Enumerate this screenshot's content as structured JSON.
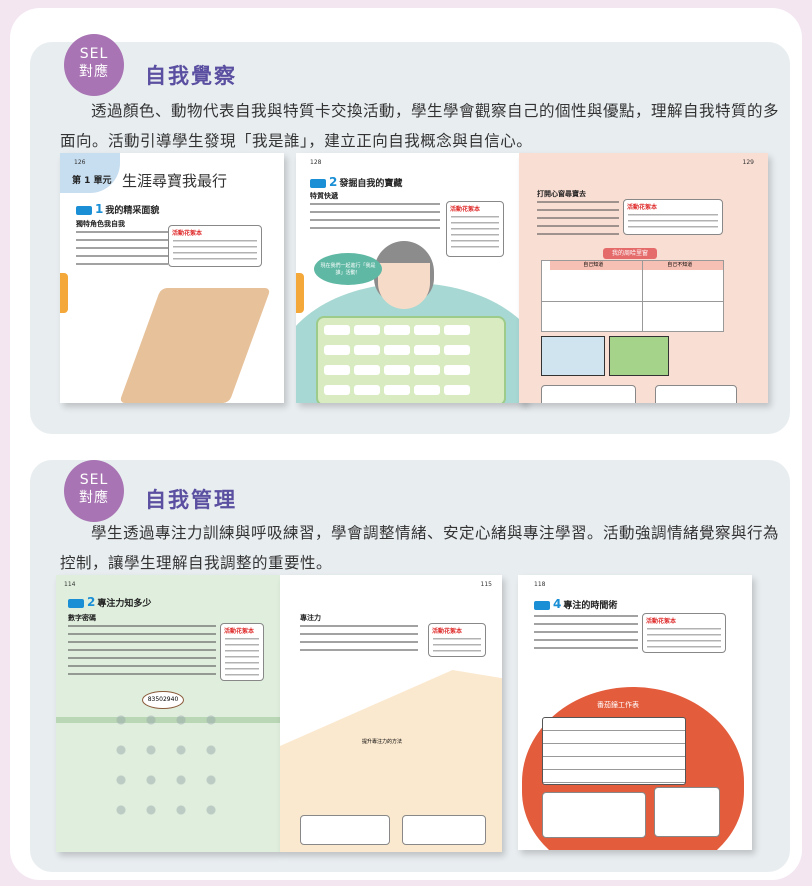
{
  "sections": [
    {
      "badge_top": "SEL",
      "badge_bottom": "對應",
      "title": "自我覺察",
      "description": "透過顏色、動物代表自我與特質卡交換活動，學生學會觀察自己的個性與優點，理解自我特質的多面向。活動引導學生發現「我是誰」，建立正向自我概念與自信心。",
      "pages": {
        "p1_num": "126",
        "p1_unit": "第 1 單元",
        "p1_title": "生涯尋寶我最行",
        "p1_lesson": "1",
        "p1_lesson_title": "我的精采面貌",
        "p1_sub": "獨特角色我自我",
        "p2_num": "128",
        "p2_lesson": "2",
        "p2_lesson_title": "發掘自我的寶藏",
        "p2_sub": "特質快遞",
        "p2_bubble": "現在我們一起進行「我是誰」活動！",
        "p3_num": "129",
        "p3_sub": "打開心窗尋寶去",
        "p3_table_title": "我的周哈里窗",
        "p3_col1": "自己知道",
        "p3_col2": "自己不知道",
        "box_title": "活動花絮本"
      }
    },
    {
      "badge_top": "SEL",
      "badge_bottom": "對應",
      "title": "自我管理",
      "description": "學生透過專注力訓練與呼吸練習，學會調整情緒、安定心緒與專注學習。活動強調情緒覺察與行為控制，讓學生理解自我調整的重要性。",
      "pages": {
        "p1_num": "114",
        "p1_lesson": "2",
        "p1_lesson_title": "專注力知多少",
        "p1_sub": "數字密碼",
        "p1_bubble": "83502940",
        "p2_num": "115",
        "p2_sub": "專注力",
        "p2_center": "提升專注力的方法",
        "p3_num": "118",
        "p3_lesson": "4",
        "p3_lesson_title": "專注的時間術",
        "p3_table_title": "番茄鐘工作表",
        "box_title": "活動花絮本"
      }
    }
  ],
  "colors": {
    "badge": "#a874b3",
    "title": "#5a4fa0",
    "panel": "#e8edf0",
    "background": "#f3e6f1",
    "accent": "#1a8fd6"
  }
}
